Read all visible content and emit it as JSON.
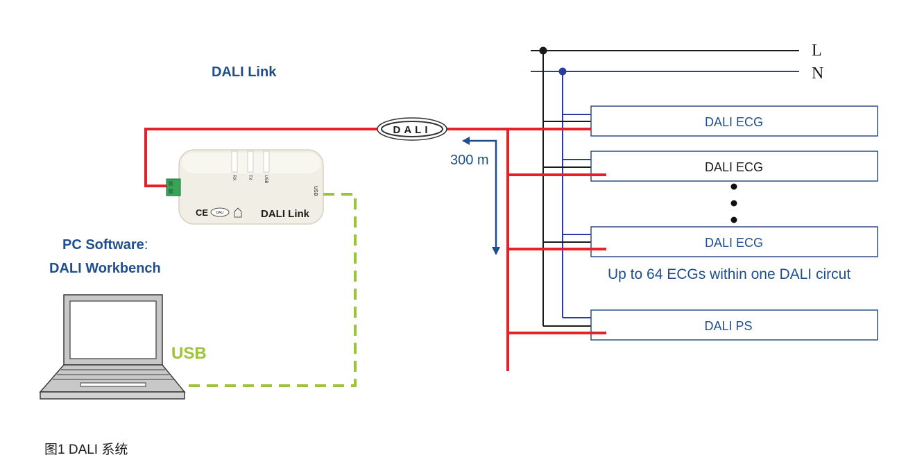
{
  "title": "DALI Link",
  "pc_software": {
    "label": "PC Software",
    "colon": ":",
    "name": "DALI Workbench"
  },
  "usb_label": "USB",
  "distance_label": "300 m",
  "dali_badge": "DALI",
  "bus_lines": {
    "live": "L",
    "neutral": "N"
  },
  "devices": [
    {
      "label": "DALI ECG"
    },
    {
      "label": "DALI ECG"
    },
    {
      "label": "DALI ECG"
    },
    {
      "label": "DALI PS"
    }
  ],
  "capacity_note": "Up to 64 ECGs within one DALI circut",
  "interface_device": {
    "brand_text": "DALI Link",
    "led_labels": [
      "RX",
      "TX",
      "USB"
    ],
    "port_label": "USB",
    "ce_mark": "CE",
    "logo_text": "DALI"
  },
  "caption": "图1 DALI 系统",
  "colors": {
    "dali_bus": "#e8202a",
    "usb_cable": "#9dc23b",
    "text_blue": "#1f4e8c",
    "neutral_line": "#2b3a9c",
    "live_line": "#1a1a1a"
  }
}
